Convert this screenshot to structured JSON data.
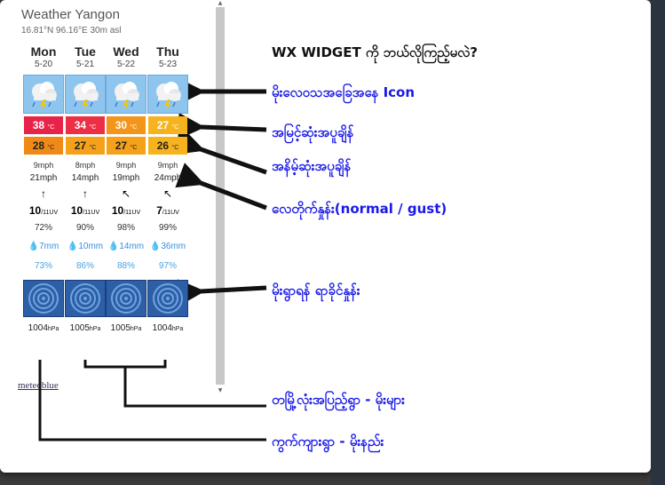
{
  "widget": {
    "title": "Weather Yangon",
    "coords": "16.81°N 96.16°E 30m asl",
    "temp_unit": "°C",
    "days": [
      {
        "day": "Mon",
        "date": "5-20",
        "max": "38",
        "max_color": "#e8234a",
        "min": "28",
        "min_color": "#f08a17",
        "wind": "9mph",
        "gust": "21mph",
        "dir": "↑",
        "uv": "10",
        "uv_label": "/11UV",
        "humidity": "72%",
        "rain": "7mm",
        "prob": "73%",
        "pressure": "1004",
        "pressure_unit": "hPa"
      },
      {
        "day": "Tue",
        "date": "5-21",
        "max": "34",
        "max_color": "#ee2e45",
        "min": "27",
        "min_color": "#f5a11a",
        "wind": "8mph",
        "gust": "14mph",
        "dir": "↑",
        "uv": "10",
        "uv_label": "/11UV",
        "humidity": "90%",
        "rain": "10mm",
        "prob": "86%",
        "pressure": "1005",
        "pressure_unit": "hPa"
      },
      {
        "day": "Wed",
        "date": "5-22",
        "max": "30",
        "max_color": "#f3951b",
        "min": "27",
        "min_color": "#f5a11a",
        "wind": "9mph",
        "gust": "19mph",
        "dir": "↖",
        "uv": "10",
        "uv_label": "/11UV",
        "humidity": "98%",
        "rain": "14mm",
        "prob": "88%",
        "pressure": "1005",
        "pressure_unit": "hPa"
      },
      {
        "day": "Thu",
        "date": "5-23",
        "max": "27",
        "max_color": "#f6b31e",
        "min": "26",
        "min_color": "#f6b31e",
        "wind": "9mph",
        "gust": "24mph",
        "dir": "↖",
        "uv": "7",
        "uv_label": "/11UV",
        "humidity": "99%",
        "rain": "36mm",
        "prob": "97%",
        "pressure": "1004",
        "pressure_unit": "hPa"
      }
    ],
    "link": "meteoblue"
  },
  "icons": {
    "weather": "thunderstorm-cloud-icon",
    "radar": "radar-map-icon"
  },
  "colors": {
    "annotation": "#1a1ae8",
    "arrow": "#111111"
  },
  "annotations": {
    "headline": "WX WIDGET ကို ဘယ်လိုကြည့်မလဲ?",
    "icon": "မိုးလေဝသအခြေအနေ Icon",
    "max": "အမြင့်ဆုံးအပူချိန်",
    "min": "အနိမ့်ဆုံးအပူချိန်",
    "wind": "လေတိုက်နှုန်း(normal / gust)",
    "rain": "မိုးရွာရန် ရာခိုင်နှုန်း",
    "wet": "တမြို့လုံးအပြည့်ရွာ - မိုးများ",
    "patchy": "ကွက်ကျားရွာ - မိုးနည်း"
  }
}
